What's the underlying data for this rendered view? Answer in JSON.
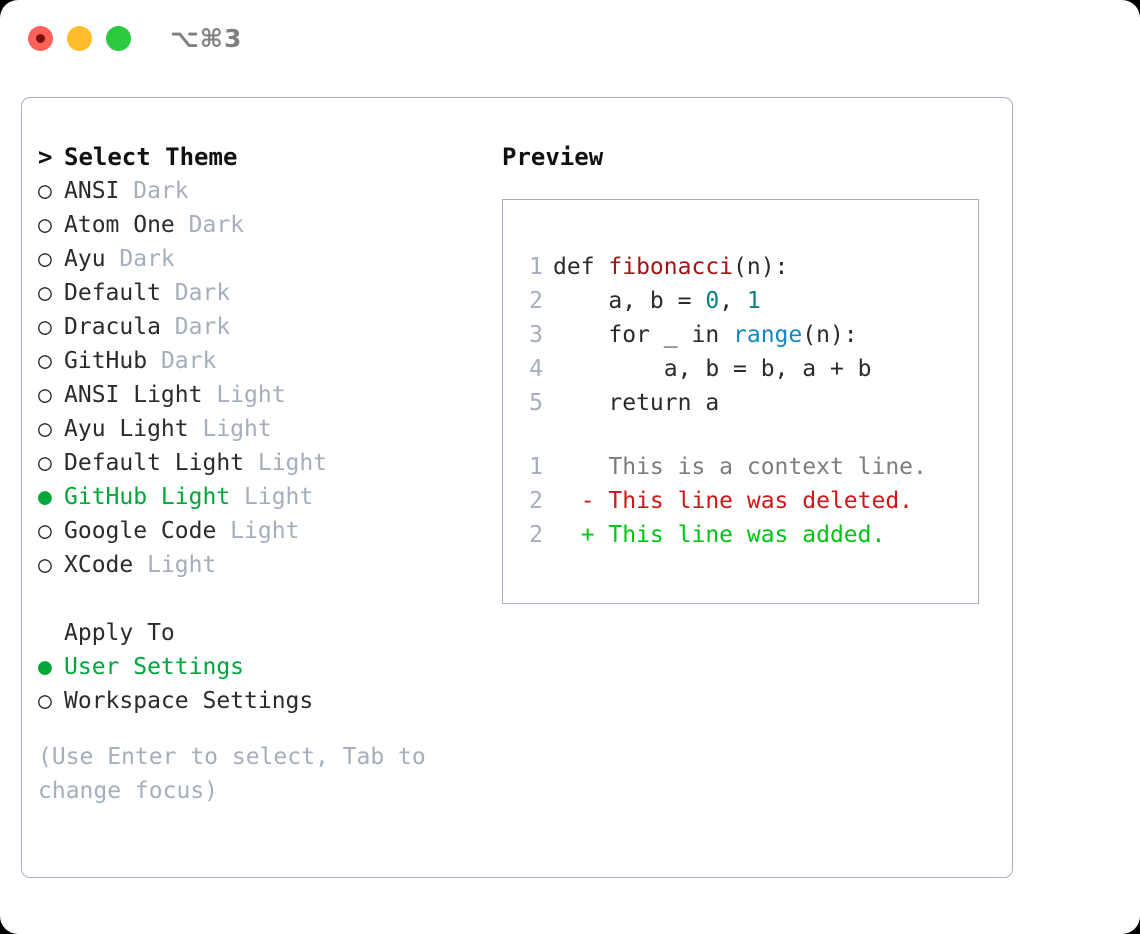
{
  "titlebar": {
    "shortcut": "⌥⌘3",
    "lights": [
      {
        "name": "close",
        "color": "#ff6058"
      },
      {
        "name": "minimize",
        "color": "#ffbd2e"
      },
      {
        "name": "maximize",
        "color": "#2ac940"
      }
    ]
  },
  "theme_panel": {
    "header": {
      "marker": ">",
      "label": "Select Theme"
    },
    "items": [
      {
        "marker": "○",
        "name": "ANSI",
        "tag": "Dark",
        "selected": false
      },
      {
        "marker": "○",
        "name": "Atom One",
        "tag": "Dark",
        "selected": false
      },
      {
        "marker": "○",
        "name": "Ayu",
        "tag": "Dark",
        "selected": false
      },
      {
        "marker": "○",
        "name": "Default",
        "tag": "Dark",
        "selected": false
      },
      {
        "marker": "○",
        "name": "Dracula",
        "tag": "Dark",
        "selected": false
      },
      {
        "marker": "○",
        "name": "GitHub",
        "tag": "Dark",
        "selected": false
      },
      {
        "marker": "○",
        "name": "ANSI Light",
        "tag": "Light",
        "selected": false
      },
      {
        "marker": "○",
        "name": "Ayu Light",
        "tag": "Light",
        "selected": false
      },
      {
        "marker": "○",
        "name": "Default Light",
        "tag": "Light",
        "selected": false
      },
      {
        "marker": "●",
        "name": "GitHub Light",
        "tag": "Light",
        "selected": true
      },
      {
        "marker": "○",
        "name": "Google Code",
        "tag": "Light",
        "selected": false
      },
      {
        "marker": "○",
        "name": "XCode",
        "tag": "Light",
        "selected": false
      }
    ]
  },
  "apply_to": {
    "header": {
      "marker": "",
      "label": "Apply To"
    },
    "items": [
      {
        "marker": "●",
        "name": "User Settings",
        "selected": true
      },
      {
        "marker": "○",
        "name": "Workspace Settings",
        "selected": false
      }
    ]
  },
  "hint": "(Use Enter to select, Tab to change focus)",
  "preview": {
    "label": "Preview",
    "code_lines": [
      {
        "lno": "1",
        "indent": "",
        "parts": [
          {
            "text": "def ",
            "type": "plain"
          },
          {
            "text": "fibonacci",
            "type": "fn"
          },
          {
            "text": "(n):",
            "type": "plain"
          }
        ]
      },
      {
        "lno": "2",
        "indent": "    ",
        "parts": [
          {
            "text": "a, b = ",
            "type": "plain"
          },
          {
            "text": "0",
            "type": "num"
          },
          {
            "text": ", ",
            "type": "plain"
          },
          {
            "text": "1",
            "type": "num"
          }
        ]
      },
      {
        "lno": "3",
        "indent": "    ",
        "parts": [
          {
            "text": "for _ in ",
            "type": "plain"
          },
          {
            "text": "range",
            "type": "call"
          },
          {
            "text": "(n):",
            "type": "plain"
          }
        ]
      },
      {
        "lno": "4",
        "indent": "        ",
        "parts": [
          {
            "text": "a, b = b, a + b",
            "type": "plain"
          }
        ]
      },
      {
        "lno": "5",
        "indent": "    ",
        "parts": [
          {
            "text": "return a",
            "type": "plain"
          }
        ]
      }
    ],
    "diff_lines": [
      {
        "lno": "1",
        "sign": " ",
        "text": "This is a context line.",
        "kind": "ctx"
      },
      {
        "lno": "2",
        "sign": "-",
        "text": "This line was deleted.",
        "kind": "del"
      },
      {
        "lno": "2",
        "sign": "+",
        "text": "This line was added.",
        "kind": "add"
      }
    ]
  },
  "colors": {
    "accent_green": "#00a63a",
    "muted": "#a5aebc",
    "border": "#a6b0bf",
    "diff_add": "#00c514",
    "diff_del": "#d01717",
    "syntax_fn": "#a31515",
    "syntax_num": "#0e8080",
    "syntax_call": "#1287c4"
  }
}
